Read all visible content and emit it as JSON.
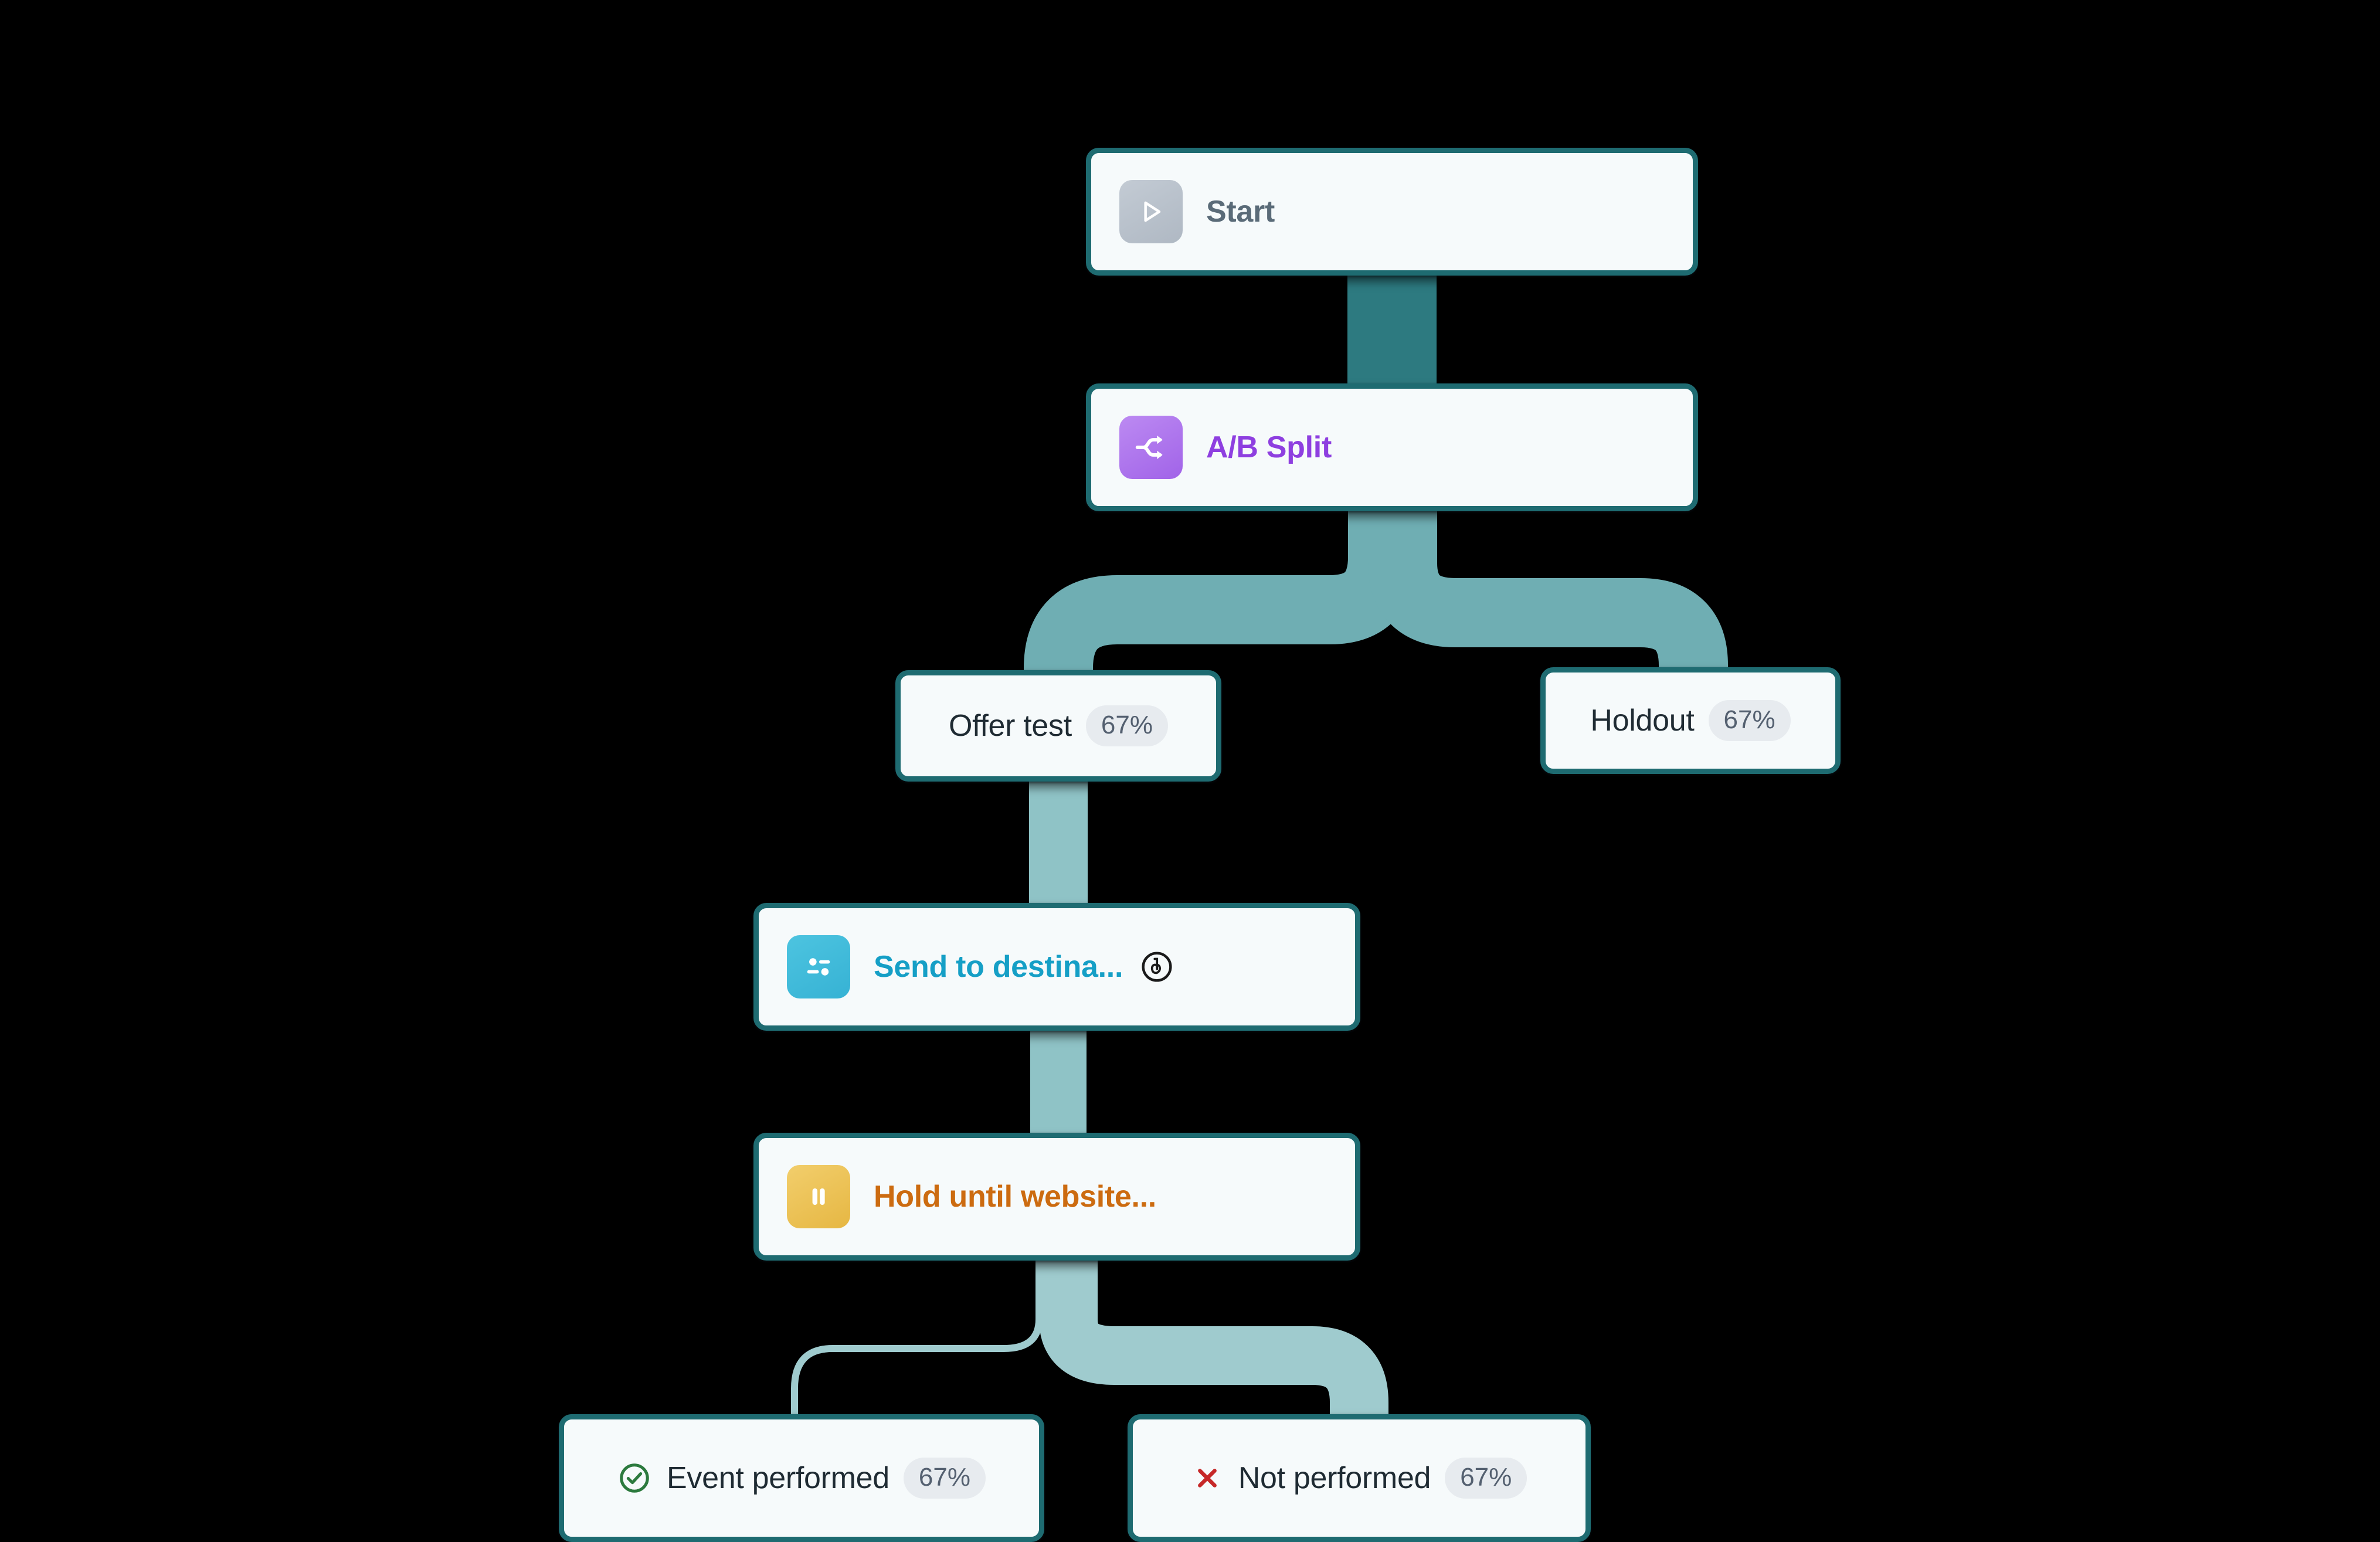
{
  "canvas": {
    "background_color": "#000000",
    "node_fill": "#F6FAFB",
    "node_border_color": "#1E6B71",
    "edge_color_primary": "#2D7A80",
    "edge_color_secondary": "#8FC3C6",
    "badge_bg": "#E7EBEF",
    "badge_text_color": "#546070"
  },
  "nodes": {
    "start": {
      "label": "Start",
      "icon": "play-icon",
      "icon_color": "#B6BFCA",
      "label_color": "#5A6B78"
    },
    "ab_split": {
      "label": "A/B Split",
      "icon": "shuffle-split-icon",
      "icon_color": "#A163E8",
      "label_color": "#8E3FE0"
    },
    "offer_test": {
      "label": "Offer test",
      "percent": "67%"
    },
    "holdout": {
      "label": "Holdout",
      "percent": "67%"
    },
    "send_destination": {
      "label": "Send to destina...",
      "icon": "sliders-icon",
      "icon_color": "#36B2D4",
      "label_color": "#159FC6",
      "badge_icon": "braze-logo-icon",
      "badge_color": "#1A1A1A"
    },
    "hold_website": {
      "label": "Hold until website...",
      "icon": "pause-icon",
      "icon_color": "#E6B743",
      "label_color": "#CC6B10"
    },
    "event_performed": {
      "label": "Event performed",
      "percent": "67%",
      "icon": "check-circle-icon",
      "icon_color": "#2C7A3E"
    },
    "not_performed": {
      "label": "Not performed",
      "percent": "67%",
      "icon": "x-mark-icon",
      "icon_color": "#C62828"
    }
  }
}
